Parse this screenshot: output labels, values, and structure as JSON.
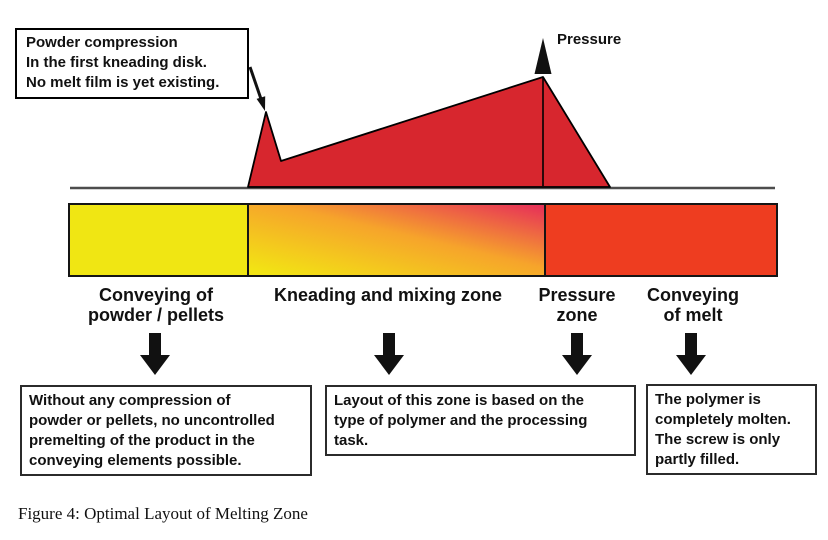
{
  "colors": {
    "profile_red": "#D7262E",
    "zone_yellow": "#F0E613",
    "zone_gradient_start": "#F2E414",
    "zone_gradient_mid": "#F6A42B",
    "zone_gradient_end": "#E73357",
    "zone_orange_red": "#EE3D20",
    "outline_black": "#000000",
    "arrow_black": "#111111",
    "baseline_gray": "#4D4D4D"
  },
  "callout": {
    "lines": [
      "Powder compression",
      "In the first kneading disk.",
      "No melt film is yet existing."
    ]
  },
  "pressure_axis": {
    "label": "Pressure"
  },
  "zones": [
    {
      "label_lines": [
        "Conveying of",
        "powder / pellets"
      ]
    },
    {
      "label_lines": [
        "Kneading and mixing zone"
      ]
    },
    {
      "label_lines": [
        "Pressure",
        "zone"
      ]
    },
    {
      "label_lines": [
        "Conveying",
        "of melt"
      ]
    }
  ],
  "notes": [
    {
      "lines": [
        "Without any compression of",
        "powder or pellets, no uncontrolled",
        "premelting of the product in the",
        "conveying elements possible."
      ]
    },
    {
      "lines": [
        "Layout of this zone is based on the",
        "type of polymer and the processing",
        "task."
      ]
    },
    {
      "lines": [
        "The polymer is",
        "completely molten.",
        "The screw is only",
        "partly filled."
      ]
    }
  ],
  "caption": "Figure 4: Optimal Layout of Melting Zone"
}
